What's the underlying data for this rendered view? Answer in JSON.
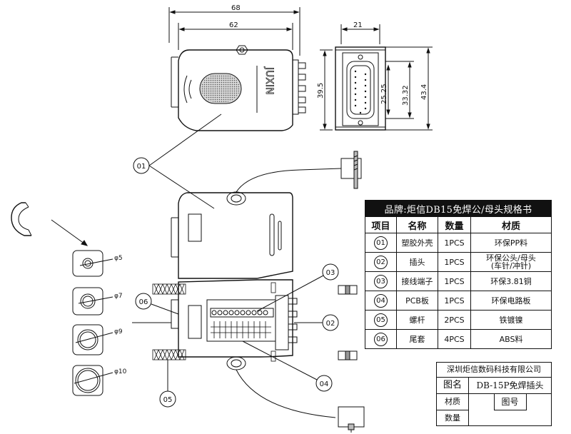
{
  "dimensions": {
    "top_width_outer": "68",
    "top_width_inner": "62",
    "side_width": "21",
    "height_left": "39.5",
    "height_mid1": "25.25",
    "height_mid2": "33.32",
    "height_right": "43.4"
  },
  "logo_text": "JUXIN",
  "callouts": [
    "01",
    "02",
    "03",
    "04",
    "05",
    "06"
  ],
  "washers": [
    "φ5",
    "φ7",
    "φ9",
    "φ10"
  ],
  "spec_table": {
    "title": "品牌:炬信DB15免焊公/母头规格书",
    "headers": [
      "项目",
      "名称",
      "数量",
      "材质"
    ],
    "rows": [
      {
        "no": "01",
        "name": "塑胶外壳",
        "qty": "1PCS",
        "material": "环保PP料",
        "material2": ""
      },
      {
        "no": "02",
        "name": "插头",
        "qty": "1PCS",
        "material": "环保公头/母头",
        "material2": "(车针/冲针)"
      },
      {
        "no": "03",
        "name": "接线端子",
        "qty": "1PCS",
        "material": "环保3.81铜",
        "material2": ""
      },
      {
        "no": "04",
        "name": "PCB板",
        "qty": "1PCS",
        "material": "环保电路板",
        "material2": ""
      },
      {
        "no": "05",
        "name": "螺杆",
        "qty": "2PCS",
        "material": "铁镀镍",
        "material2": ""
      },
      {
        "no": "06",
        "name": "尾套",
        "qty": "4PCS",
        "material": "ABS料",
        "material2": ""
      }
    ]
  },
  "title_block": {
    "company": "深圳炬信数码科技有限公司",
    "drawing_name_label": "图名",
    "drawing_name": "DB-15P免焊插头",
    "material_label": "材质",
    "quantity_label": "数量",
    "drawing_no_label": "图号"
  }
}
